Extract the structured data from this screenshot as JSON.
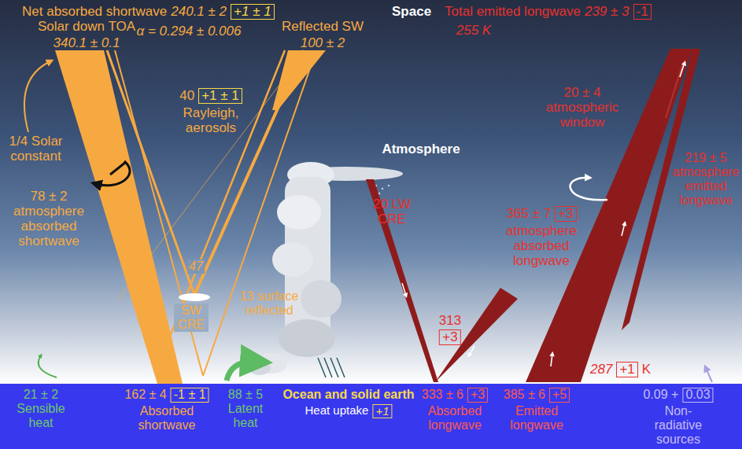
{
  "diagram": {
    "nodes": [
      {
        "text": [
          "Ocean and solid earth",
          "Heat uptake",
          "+1"
        ]
      }
    ],
    "labels": [
      "Net absorbed shortwave",
      "240.1 ± 2",
      "+1 ± 1",
      "α = 0.294 ± 0.006",
      "Space",
      "Total emitted longwave",
      "239 ± 3",
      "-1",
      "255 K",
      "Solar down TOA",
      "340.1 ± 0.1",
      "Reflected SW",
      "100 ± 2",
      "40",
      "+1 ± 1",
      "Rayleigh, aerosols",
      "1/4 Solar constant",
      "78 ± 2 atmosphere absorbed shortwave",
      "47",
      "SW CRE",
      "13 surface reflected",
      "Atmosphere",
      "20 LW CRE",
      "20 ± 4 atmospheric window",
      "219 ± 5 atmosphere emitted longwave",
      "365 ± 7",
      "+3",
      "atmosphere absorbed longwave",
      "313",
      "+3",
      "287",
      "+1",
      "K",
      "21 ± 2 Sensible heat",
      "162 ± 4",
      "-1 ± 1",
      "Absorbed shortwave",
      "88 ± 5 Latent heat",
      "333 ± 6",
      "+3",
      "Absorbed longwave",
      "385 ± 6",
      "+5",
      "Emitted longwave",
      "0.09 +",
      "0.03",
      "Non-radiative sources"
    ]
  }
}
